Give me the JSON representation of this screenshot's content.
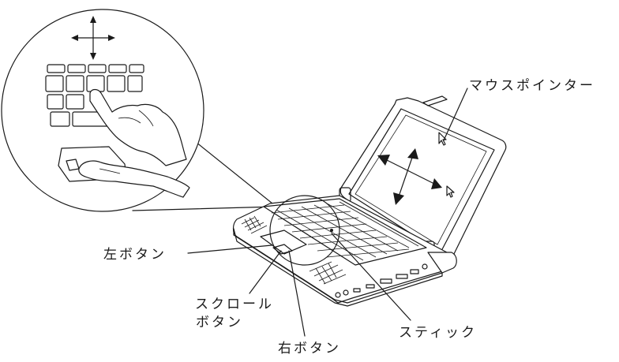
{
  "labels": {
    "mouse_pointer": "マウスポインター",
    "left_button": "左ボタン",
    "scroll_button_line1": "スクロール",
    "scroll_button_line2": "ボタン",
    "stick": "スティック",
    "right_button": "右ボタン"
  },
  "colors": {
    "line": "#1a1a1a",
    "background": "#ffffff"
  }
}
